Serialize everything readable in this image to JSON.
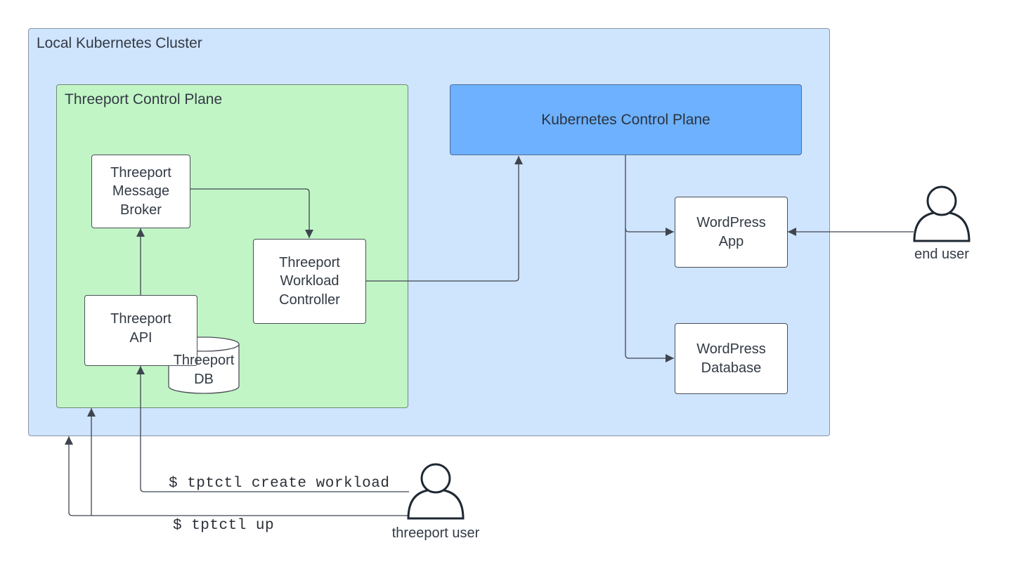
{
  "cluster": {
    "title": "Local Kubernetes Cluster"
  },
  "threeport_plane": {
    "title": "Threeport Control Plane"
  },
  "k8s_plane": {
    "title": "Kubernetes Control Plane"
  },
  "nodes": {
    "message_broker": "Threeport\nMessage\nBroker",
    "workload_controller": "Threeport\nWorkload\nController",
    "api": "Threeport\nAPI",
    "db": "Threeport\nDB",
    "wp_app": "WordPress\nApp",
    "wp_db": "WordPress\nDatabase"
  },
  "actors": {
    "end_user": "end user",
    "threeport_user": "threeport user"
  },
  "commands": {
    "create_workload": "$ tptctl create workload",
    "up": "$ tptctl up"
  },
  "colors": {
    "cluster_bg": "#cfe4fd",
    "threeport_bg": "#c2f5c6",
    "k8s_bg": "#6db1ff",
    "line": "#3f4550"
  }
}
